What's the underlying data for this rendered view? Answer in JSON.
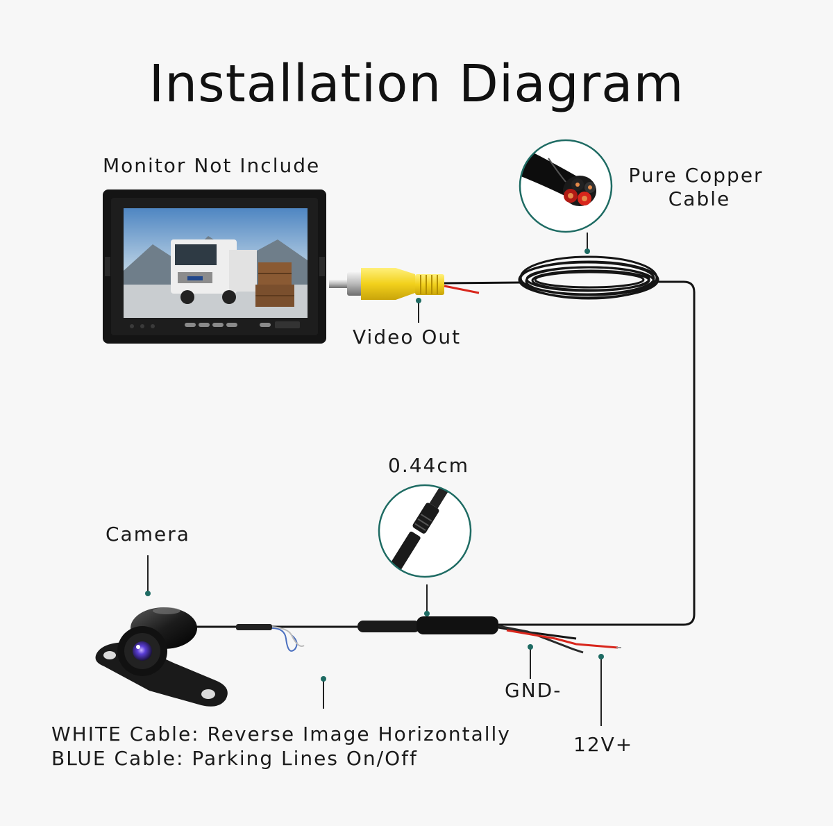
{
  "title": "Installation Diagram",
  "labels": {
    "monitor": "Monitor Not Include",
    "copper_line1": "Pure Copper",
    "copper_line2": "Cable",
    "video_out": "Video Out",
    "connector_size": "0.44cm",
    "camera": "Camera",
    "gnd": "GND-",
    "power": "12V+",
    "white_cable": "WHITE Cable: Reverse Image Horizontally",
    "blue_cable": "BLUE Cable: Parking Lines On/Off"
  },
  "colors": {
    "background": "#f7f7f7",
    "accent_teal": "#1e6b63",
    "rca_yellow": "#f2d11c",
    "wire_red": "#d8261c",
    "cable_black": "#111111"
  }
}
